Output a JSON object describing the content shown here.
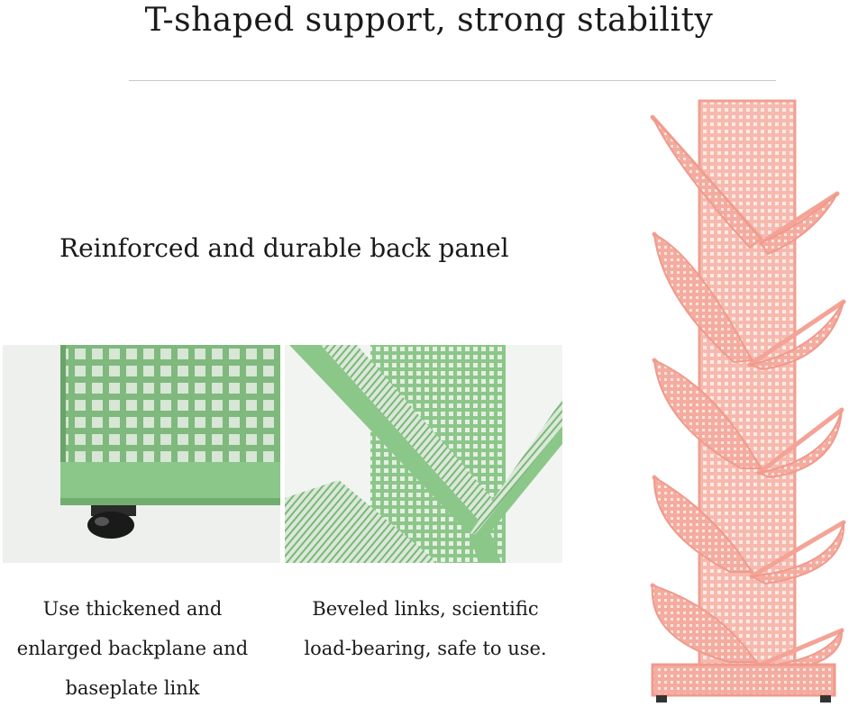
{
  "headline": "T-shaped support, strong stability",
  "subheadline": "Reinforced and durable back panel",
  "captions": {
    "left": [
      "Use thickened and",
      "enlarged backplane and",
      "baseplate link"
    ],
    "middle": [
      "Beveled links, scientific",
      "load-bearing, safe to use."
    ]
  },
  "colors": {
    "green_metal": "#8cc78a",
    "pink_metal": "#f4aca0",
    "text": "#1a1a1a"
  }
}
